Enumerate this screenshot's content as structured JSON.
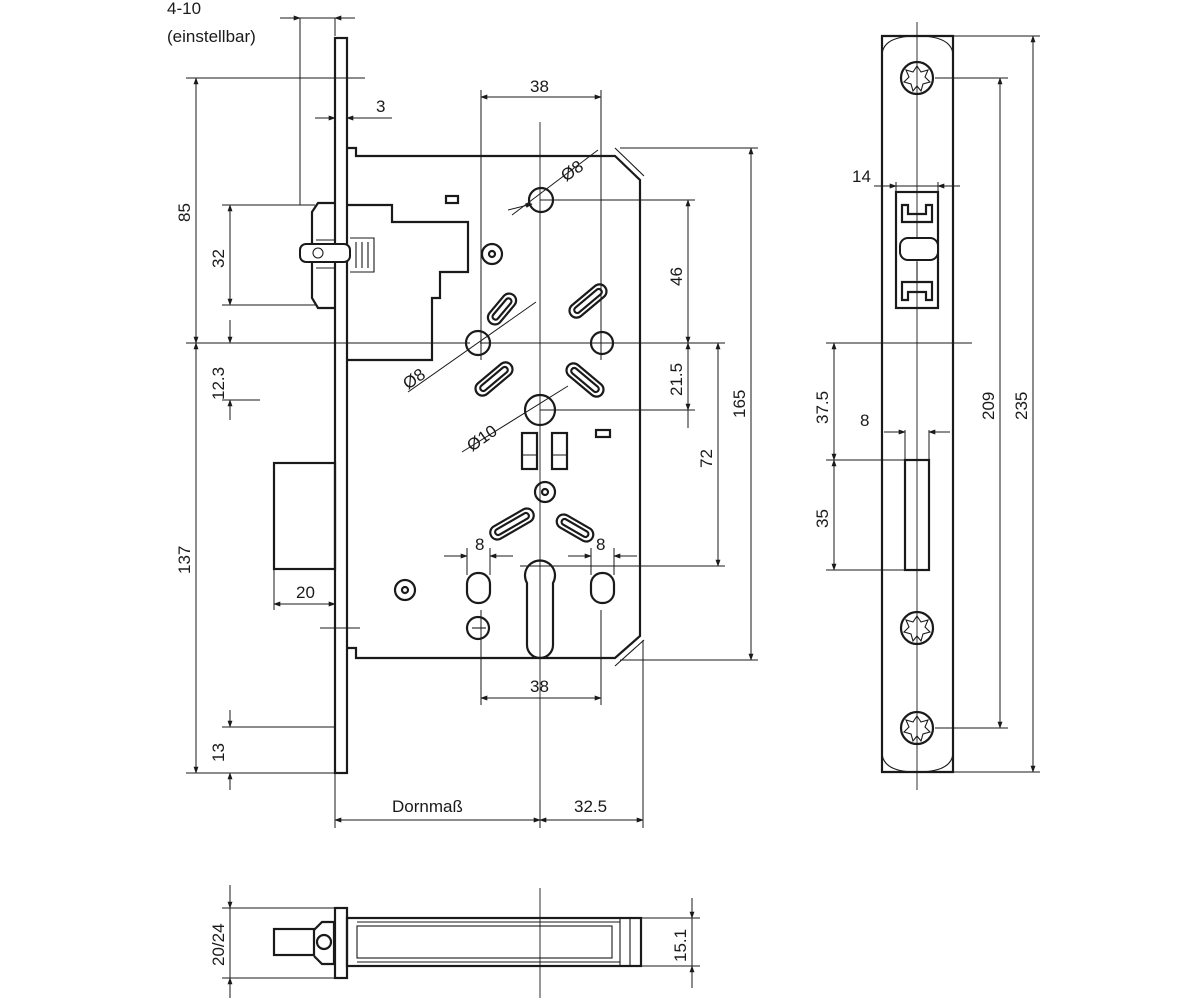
{
  "labels": {
    "adjust_range": "4-10",
    "adjust_note": "(einstellbar)",
    "d3": "3",
    "d85": "85",
    "d32": "32",
    "d12_3": "12.3",
    "d137": "137",
    "d13": "13",
    "d20": "20",
    "d38_top": "38",
    "d38_bottom": "38",
    "d46": "46",
    "d21_5": "21.5",
    "d72": "72",
    "d165": "165",
    "d8_left": "8",
    "d8_right": "8",
    "dia8_top": "Ø8",
    "dia8_mid": "Ø8",
    "dia10": "Ø10",
    "dornmass": "Dornmaß",
    "d32_5": "32.5",
    "d14": "14",
    "d37_5": "37.5",
    "d8_plate": "8",
    "d35": "35",
    "d209": "209",
    "d235": "235",
    "d20_24": "20/24",
    "d15_1": "15.1"
  }
}
